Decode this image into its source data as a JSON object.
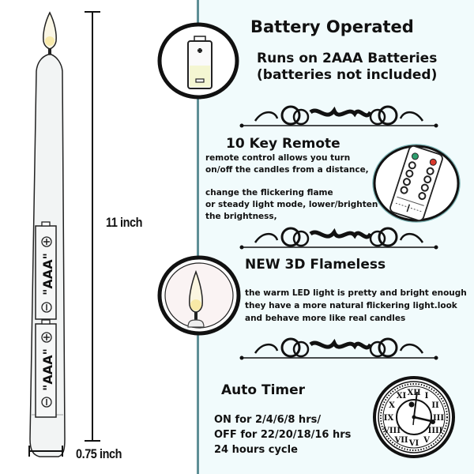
{
  "dimensions": {
    "height_label": "11 inch",
    "width_label": "0.75 inch"
  },
  "candle": {
    "batteries": [
      {
        "label": "\"AAA\"",
        "plus": "+",
        "minus": "−"
      },
      {
        "label": "\"AAA\"",
        "plus": "+",
        "minus": "−"
      }
    ]
  },
  "sections": {
    "battery": {
      "title": "Battery Operated",
      "subtitle_line1": "Runs on 2AAA Batteries",
      "subtitle_line2": "(batteries not included)",
      "icon": "battery-icon"
    },
    "remote": {
      "title": "10 Key Remote",
      "lines": [
        "remote control allows you turn",
        "on/off the candles from a distance,",
        "",
        "change the flickering flame",
        "or steady light mode, lower/brighten",
        "the brightness,"
      ],
      "icon": "remote-control-icon"
    },
    "flameless": {
      "title": "NEW 3D Flameless",
      "lines": [
        "the warm LED light is pretty and bright enough",
        "they have a more natural flickering light.look",
        "and behave more like real candles"
      ],
      "icon": "candle-flame-icon"
    },
    "timer": {
      "title": "Auto Timer",
      "lines": [
        "ON for 2/4/6/8 hrs/",
        "OFF for 22/20/18/16 hrs",
        "24 hours cycle"
      ],
      "icon": "clock-icon",
      "numerals": [
        "XII",
        "I",
        "II",
        "III",
        "IIII",
        "V",
        "VI",
        "VII",
        "VIII",
        "IX",
        "X",
        "XI"
      ]
    }
  },
  "colors": {
    "panel_bg": "#f1fbfc",
    "divider": "#5f8f96",
    "battery_fill": "#f4f6d2",
    "remote_green": "#2e9e6e",
    "remote_red": "#d9382c",
    "flame_yellow": "#f7e8a0"
  }
}
